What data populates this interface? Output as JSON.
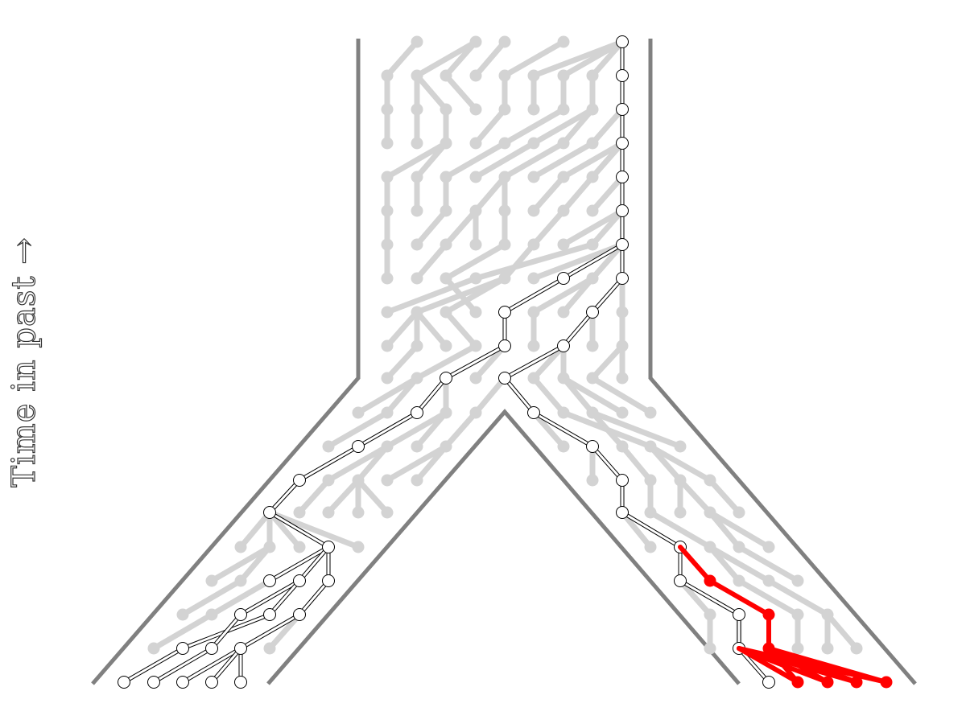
{
  "axis_label": "Time in past →",
  "colors": {
    "tube": "#808080",
    "background_lineage": "#d3d3d3",
    "ancestral_lineage": "#000000",
    "ancestral_node_fill": "#ffffff",
    "highlight": "#ff0000"
  },
  "legend": null,
  "icons": {
    "background_node": "gray-filled-circle",
    "ancestral_node": "white-open-circle",
    "highlight_node": "red-filled-circle"
  }
}
